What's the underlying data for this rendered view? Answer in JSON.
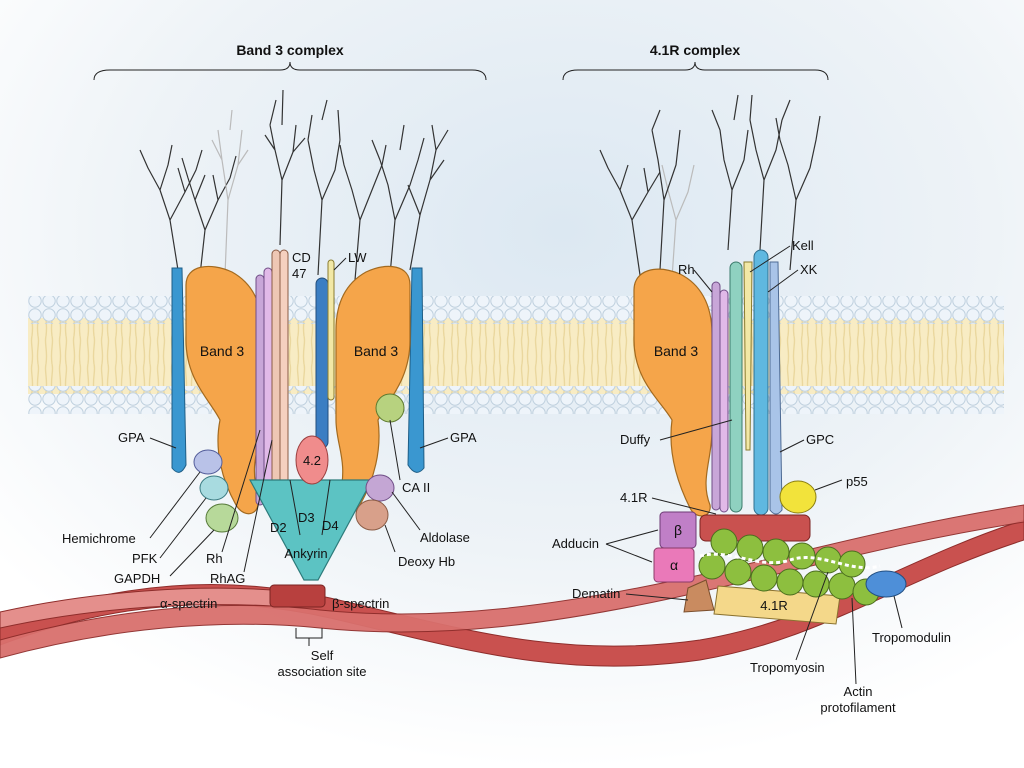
{
  "titles": {
    "band3_complex": "Band 3 complex",
    "r41_complex": "4.1R complex"
  },
  "band3_complex": {
    "band3_left": "Band 3",
    "band3_right": "Band 3",
    "cd47": [
      "CD",
      "47"
    ],
    "lw": "LW",
    "gpa_left": "GPA",
    "gpa_right": "GPA",
    "protein_42": "4.2",
    "d2": "D2",
    "d3": "D3",
    "d4": "D4",
    "ankyrin": "Ankyrin",
    "ca2": "CA II",
    "aldolase": "Aldolase",
    "deoxy_hb": "Deoxy Hb",
    "hemichrome": "Hemichrome",
    "pfk": "PFK",
    "gapdh": "GAPDH",
    "rh": "Rh",
    "rhag": "RhAG",
    "alpha_spectrin": "α-spectrin",
    "beta_spectrin": "β-spectrin",
    "self_association": [
      "Self",
      "association site"
    ]
  },
  "r41_complex": {
    "band3": "Band 3",
    "rh": "Rh",
    "kell": "Kell",
    "xk": "XK",
    "duffy": "Duffy",
    "gpc": "GPC",
    "p55": "p55",
    "r41_label": "4.1R",
    "r41_bar": "4.1R",
    "adducin": "Adducin",
    "adducin_beta": "β",
    "adducin_alpha": "α",
    "dematin": "Dematin",
    "tropomodulin": "Tropomodulin",
    "tropomyosin": "Tropomyosin",
    "actin": [
      "Actin",
      "protofilament"
    ]
  },
  "colors": {
    "band3": "#f5a54a",
    "gpa": "#3a97d0",
    "ankyrin": "#5cc3c3",
    "protein_42": "#f08c8c",
    "spectrin": "#c9514f",
    "actin": "#8dbf3f",
    "p55": "#f2e33b",
    "membrane": "#f7e8b8"
  }
}
